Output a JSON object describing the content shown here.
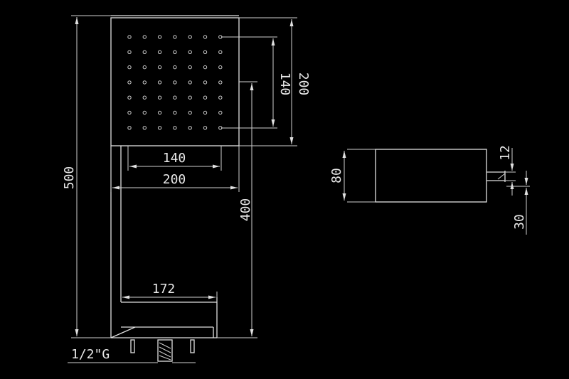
{
  "diagram": {
    "colors": {
      "background": "#000000",
      "line": "#e0e0e0"
    },
    "dimensions": {
      "head_width": "200",
      "hole_span": "140",
      "head_height_right": "200",
      "hole_span_right": "140",
      "arm_to_head": "400",
      "total_height": "500",
      "arm_length": "172",
      "thread": "1/2\"G",
      "side_height": "80",
      "side_inlet": "12",
      "side_offset": "30"
    }
  }
}
